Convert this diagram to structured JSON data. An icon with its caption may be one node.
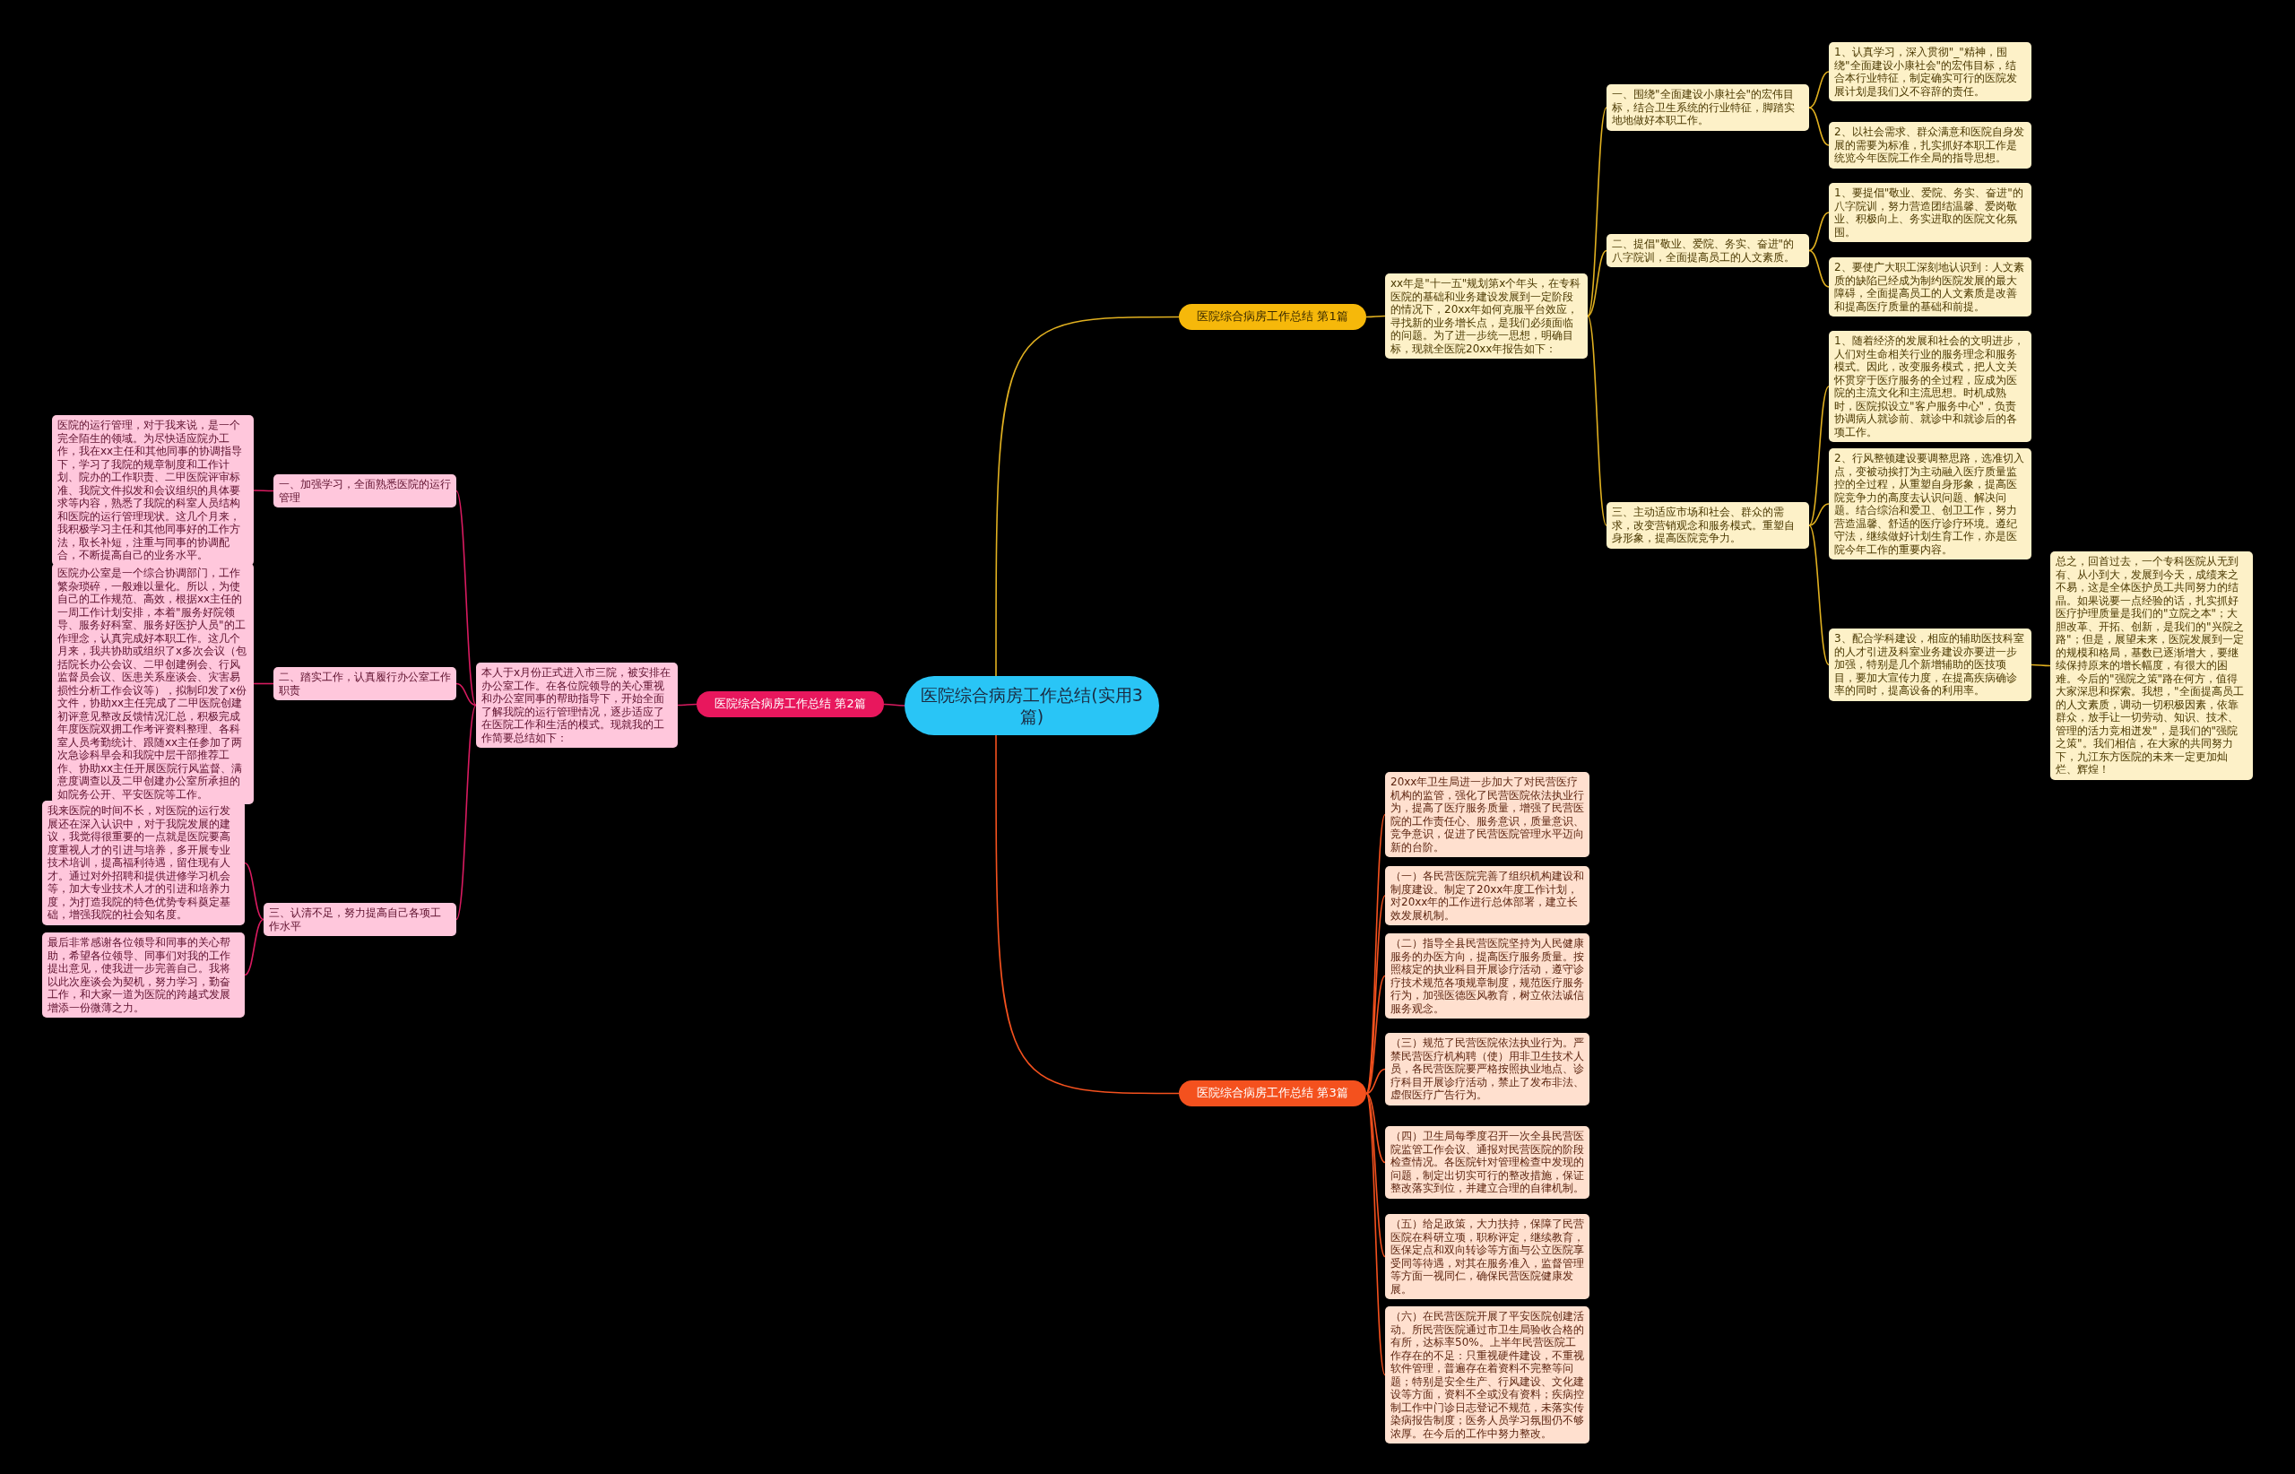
{
  "diagram": {
    "nodes": [
      {
        "text": [
          "医院综合病房工作总结(实用3篇)"
        ]
      },
      {
        "text": [
          "医院综合病房工作总结 第1篇"
        ]
      },
      {
        "text": [
          "xx年是\"十一五\"规划第x个年头，在专科医院的基础和业务建设发展到一定阶段的情况下，20xx年如何克服平台效应，寻找新的业务增长点，是我们必须面临的问题。为了进一步统一思想，明确目标，现就全医院20xx年报告如下："
        ]
      },
      {
        "text": [
          "一、围绕\"全面建设小康社会\"的宏伟目标，结合卫生系统的行业特征，脚踏实地地做好本职工作。"
        ]
      },
      {
        "text": [
          "1、认真学习，深入贯彻\"_\"精神，围绕\"全面建设小康社会\"的宏伟目标，结合本行业特征，制定确实可行的医院发展计划是我们义不容辞的责任。"
        ]
      },
      {
        "text": [
          "2、以社会需求、群众满意和医院自身发展的需要为标准，扎实抓好本职工作是统览今年医院工作全局的指导思想。"
        ]
      },
      {
        "text": [
          "二、提倡\"敬业、爱院、务实、奋进\"的八字院训，全面提高员工的人文素质。"
        ]
      },
      {
        "text": [
          "1、要提倡\"敬业、爱院、务实、奋进\"的八字院训，努力营造团结温馨、爱岗敬业、积极向上、务实进取的医院文化氛围。"
        ]
      },
      {
        "text": [
          "2、要使广大职工深刻地认识到：人文素质的缺陷已经成为制约医院发展的最大障碍，全面提高员工的人文素质是改善和提高医疗质量的基础和前提。"
        ]
      },
      {
        "text": [
          "三、主动适应市场和社会、群众的需求，改变营销观念和服务模式。重塑自身形象，提高医院竞争力。"
        ]
      },
      {
        "text": [
          "1、随着经济的发展和社会的文明进步，人们对生命相关行业的服务理念和服务模式。因此，改变服务模式，把人文关怀贯穿于医疗服务的全过程，应成为医院的主流文化和主流思想。时机成熟时，医院拟设立\"客户服务中心\"，负责协调病人就诊前、就诊中和就诊后的各项工作。"
        ]
      },
      {
        "text": [
          "2、行风整顿建设要调整思路，选准切入点，变被动挨打为主动融入医疗质量监控的全过程，从重塑自身形象，提高医院竞争力的高度去认识问题、解决问题。结合综治和爱卫、创卫工作，努力营造温馨、舒适的医疗诊疗环境。遵纪守法，继续做好计划生育工作，亦是医院今年工作的重要内容。"
        ]
      },
      {
        "text": [
          "3、配合学科建设，相应的辅助医技科室的人才引进及科室业务建设亦要进一步加强，特别是几个新增辅助的医技项目，要加大宣传力度，在提高疾病确诊率的同时，提高设备的利用率。"
        ]
      },
      {
        "text": [
          "总之，回首过去，一个专科医院从无到有、从小到大，发展到今天，成绩来之不易，这是全体医护员工共同努力的结晶。如果说要一点经验的话，扎实抓好医疗护理质量是我们的\"立院之本\"；大胆改革、开拓、创新，是我们的\"兴院之路\"；但是，展望未来，医院发展到一定的规模和格局，基数已逐渐增大，要继续保持原来的增长幅度，有很大的困难。今后的\"强院之策\"路在何方，值得大家深思和探索。我想，\"全面提高员工的人文素质，调动一切积极因素，依靠群众，放手让一切劳动、知识、技术、管理的活力竞相迸发\"，是我们的\"强院之策\"。我们相信，在大家的共同努力下，九江东方医院的未来一定更加灿烂、辉煌！"
        ]
      },
      {
        "text": [
          "医院综合病房工作总结 第2篇"
        ]
      },
      {
        "text": [
          "本人于x月份正式进入市三院，被安排在办公室工作。在各位院领导的关心重视和办公室同事的帮助指导下，开始全面了解我院的运行管理情况，逐步适应了在医院工作和生活的模式。现就我的工作简要总结如下："
        ]
      },
      {
        "text": [
          "一、加强学习，全面熟悉医院的运行管理"
        ]
      },
      {
        "text": [
          "医院的运行管理，对于我来说，是一个完全陌生的领域。为尽快适应院办工作，我在xx主任和其他同事的协调指导下，学习了我院的规章制度和工作计划、院办的工作职责、二甲医院评审标准、我院文件拟发和会议组织的具体要求等内容，熟悉了我院的科室人员结构和医院的运行管理现状。这几个月来，我积极学习主任和其他同事好的工作方法，取长补短，注重与同事的协调配合，不断提高自己的业务水平。"
        ]
      },
      {
        "text": [
          "二、踏实工作，认真履行办公室工作职责"
        ]
      },
      {
        "text": [
          "医院办公室是一个综合协调部门，工作繁杂琐碎，一般难以量化。所以，为使自己的工作规范、高效，根据xx主任的一周工作计划安排，本着\"服务好院领导、服务好科室、服务好医护人员\"的工作理念，认真完成好本职工作。这几个月来，我共协助或组织了x多次会议（包括院长办公会议、二甲创建例会、行风监督员会议、医患关系座谈会、灾害易损性分析工作会议等），拟制印发了x份文件，协助xx主任完成了二甲医院创建初评意见整改反馈情况汇总，积极完成年度医院双拥工作考评资料整理、各科室人员考勤统计、跟随xx主任参加了两次急诊科早会和我院中层干部推荐工作、协助xx主任开展医院行风监督、满意度调查以及二甲创建办公室所承担的如院务公开、平安医院等工作。"
        ]
      },
      {
        "text": [
          "三、认清不足，努力提高自己各项工作水平"
        ]
      },
      {
        "text": [
          "我来医院的时间不长，对医院的运行发展还在深入认识中，对于我院发展的建议，我觉得很重要的一点就是医院要高度重视人才的引进与培养，多开展专业技术培训，提高福利待遇，留住现有人才。通过对外招聘和提供进修学习机会等，加大专业技术人才的引进和培养力度，为打造我院的特色优势专科奠定基础，增强我院的社会知名度。"
        ]
      },
      {
        "text": [
          "最后非常感谢各位领导和同事的关心帮助，希望各位领导、同事们对我的工作提出意见，使我进一步完善自己。我将以此次座谈会为契机，努力学习，勤奋工作，和大家一道为医院的跨越式发展增添一份微薄之力。"
        ]
      },
      {
        "text": [
          "医院综合病房工作总结 第3篇"
        ]
      },
      {
        "text": [
          "20xx年卫生局进一步加大了对民营医疗机构的监管，强化了民营医院依法执业行为，提高了医疗服务质量，增强了民营医院的工作责任心、服务意识，质量意识、竞争意识，促进了民营医院管理水平迈向新的台阶。"
        ]
      },
      {
        "text": [
          "（一）各民营医院完善了组织机构建设和制度建设。制定了20xx年度工作计划，对20xx年的工作进行总体部署，建立长效发展机制。"
        ]
      },
      {
        "text": [
          "（二）指导全县民营医院坚持为人民健康服务的办医方向，提高医疗服务质量。按照核定的执业科目开展诊疗活动，遵守诊疗技术规范各项规章制度，规范医疗服务行为，加强医德医风教育，树立依法诚信服务观念。"
        ]
      },
      {
        "text": [
          "（三）规范了民营医院依法执业行为。严禁民营医疗机构聘（使）用非卫生技术人员，各民营医院要严格按照执业地点、诊疗科目开展诊疗活动，禁止了发布非法、虚假医疗广告行为。"
        ]
      },
      {
        "text": [
          "（四）卫生局每季度召开一次全县民营医院监管工作会议、通报对民营医院的阶段检查情况。各医院针对管理检查中发现的问题，制定出切实可行的整改措施，保证整改落实到位，并建立合理的自律机制。"
        ]
      },
      {
        "text": [
          "（五）给足政策，大力扶持，保障了民营医院在科研立项，职称评定，继续教育，医保定点和双向转诊等方面与公立医院享受同等待遇，对其在服务准入，监督管理等方面一视同仁，确保民营医院健康发展。"
        ]
      },
      {
        "text": [
          "（六）在民营医院开展了平安医院创建活动。所民营医院通过市卫生局验收合格的有所，达标率50%。上半年民营医院工作存在的不足：只重视硬件建设，不重视软件管理，普遍存在着资料不完整等问题；特别是安全生产、行风建设、文化建设等方面，资料不全或没有资料；疾病控制工作中门诊日志登记不规范，未落实传染病报告制度；医务人员学习氛围仍不够浓厚。在今后的工作中努力整改。"
        ]
      }
    ],
    "edges": [
      {
        "from": 0,
        "to": 1,
        "arrow": "none"
      },
      {
        "from": 1,
        "to": 2,
        "arrow": "none"
      },
      {
        "from": 2,
        "to": 3,
        "arrow": "none"
      },
      {
        "from": 3,
        "to": 4,
        "arrow": "none"
      },
      {
        "from": 3,
        "to": 5,
        "arrow": "none"
      },
      {
        "from": 2,
        "to": 6,
        "arrow": "none"
      },
      {
        "from": 6,
        "to": 7,
        "arrow": "none"
      },
      {
        "from": 6,
        "to": 8,
        "arrow": "none"
      },
      {
        "from": 2,
        "to": 9,
        "arrow": "none"
      },
      {
        "from": 9,
        "to": 10,
        "arrow": "none"
      },
      {
        "from": 9,
        "to": 11,
        "arrow": "none"
      },
      {
        "from": 9,
        "to": 12,
        "arrow": "none"
      },
      {
        "from": 12,
        "to": 13,
        "arrow": "none"
      },
      {
        "from": 0,
        "to": 14,
        "arrow": "none",
        "color": "#d81b60"
      },
      {
        "from": 14,
        "to": 15,
        "arrow": "none",
        "color": "#d81b60"
      },
      {
        "from": 15,
        "to": 16,
        "arrow": "none",
        "color": "#d81b60"
      },
      {
        "from": 16,
        "to": 17,
        "arrow": "none",
        "color": "#d81b60"
      },
      {
        "from": 15,
        "to": 18,
        "arrow": "none",
        "color": "#d81b60"
      },
      {
        "from": 18,
        "to": 19,
        "arrow": "none",
        "color": "#d81b60"
      },
      {
        "from": 15,
        "to": 20,
        "arrow": "none",
        "color": "#d81b60"
      },
      {
        "from": 20,
        "to": 21,
        "arrow": "none",
        "color": "#d81b60"
      },
      {
        "from": 20,
        "to": 22,
        "arrow": "none",
        "color": "#d81b60"
      },
      {
        "from": 0,
        "to": 23,
        "arrow": "none",
        "color": "#f4511e"
      },
      {
        "from": 23,
        "to": 24,
        "arrow": "none",
        "color": "#f4511e"
      },
      {
        "from": 23,
        "to": 25,
        "arrow": "none",
        "color": "#f4511e"
      },
      {
        "from": 23,
        "to": 26,
        "arrow": "none",
        "color": "#f4511e"
      },
      {
        "from": 23,
        "to": 27,
        "arrow": "none",
        "color": "#f4511e"
      },
      {
        "from": 23,
        "to": 28,
        "arrow": "none",
        "color": "#f4511e"
      },
      {
        "from": 23,
        "to": 29,
        "arrow": "none",
        "color": "#f4511e"
      },
      {
        "from": 23,
        "to": 30,
        "arrow": "none",
        "color": "#f4511e"
      }
    ]
  }
}
